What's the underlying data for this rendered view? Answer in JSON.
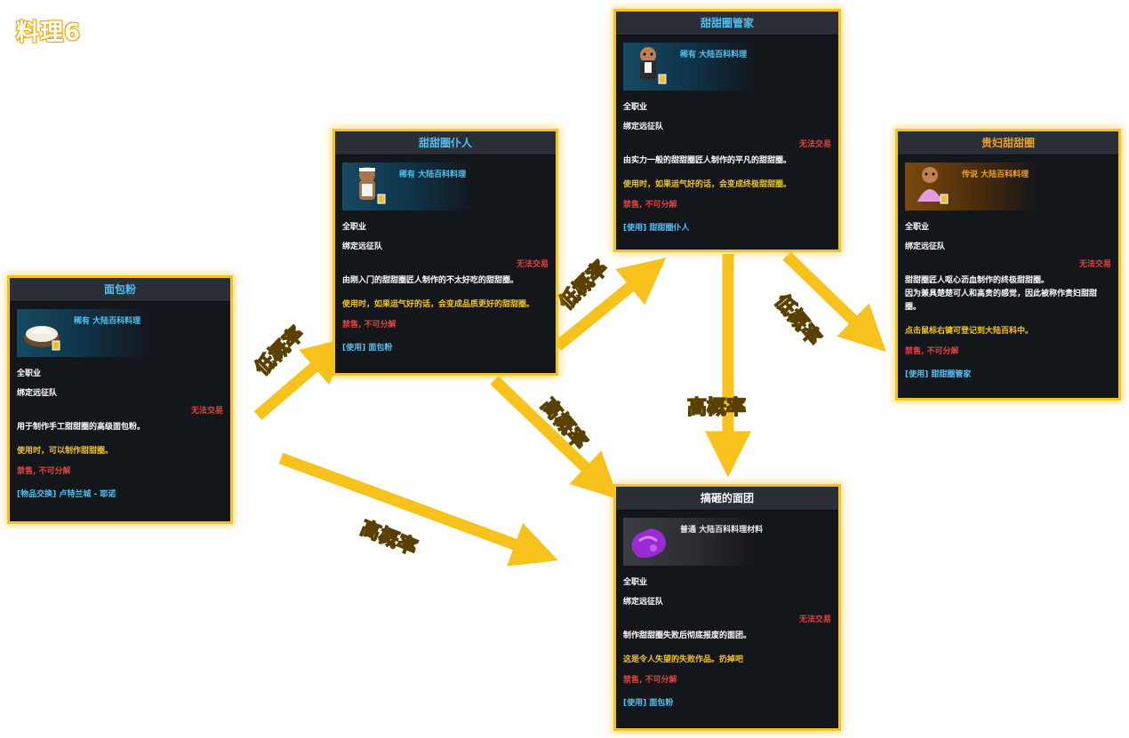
{
  "page_title": "料理6",
  "colors": {
    "accent": "#f7c21b",
    "title_blue": "#4fc1f2",
    "warn_red": "#e0443c",
    "usage_yellow": "#f2c521"
  },
  "arrow_labels": {
    "flour_to_servant": "低概率",
    "flour_to_dough": "高概率",
    "servant_to_butler": "低概率",
    "servant_to_dough": "高概率",
    "butler_to_dough": "高概率",
    "butler_to_lady": "低概率"
  },
  "cards": {
    "flour": {
      "title": "面包粉",
      "rarity": "稀有 大陆百科料理",
      "job": "全职业",
      "bind": "绑定远征队",
      "trade": "无法交易",
      "desc": [
        "用于制作手工甜甜圈的高级面包粉。"
      ],
      "usage": [
        "使用时，可以制作甜甜圈。"
      ],
      "sale": "禁售, 不可分解",
      "source": "[物品交换] 卢特兰城 - 耶诺",
      "icon": "flour-bowl-icon"
    },
    "servant": {
      "title": "甜甜圈仆人",
      "rarity": "稀有 大陆百科料理",
      "job": "全职业",
      "bind": "绑定远征队",
      "trade": "无法交易",
      "desc": [
        "由刚入门的甜甜圈匠人制作的不太好吃的甜甜圈。"
      ],
      "usage": [
        "使用时，如果运气好的话，会变成品质更好的甜甜圈。"
      ],
      "sale": "禁售, 不可分解",
      "source": "[使用] 面包粉",
      "icon": "servant-donut-icon"
    },
    "butler": {
      "title": "甜甜圈管家",
      "rarity": "稀有 大陆百科料理",
      "job": "全职业",
      "bind": "绑定远征队",
      "trade": "无法交易",
      "desc": [
        "由实力一般的甜甜圈匠人制作的平凡的甜甜圈。"
      ],
      "usage": [
        "使用时，如果运气好的话，会变成终极甜甜圈。"
      ],
      "sale": "禁售, 不可分解",
      "source": "[使用] 甜甜圈仆人",
      "icon": "butler-donut-icon"
    },
    "lady": {
      "title": "贵妇甜甜圈",
      "rarity": "传说 大陆百科料理",
      "job": "全职业",
      "bind": "绑定远征队",
      "trade": "无法交易",
      "desc": [
        "甜甜圈匠人呕心沥血制作的终极甜甜圈。",
        "因为兼具楚楚可人和高贵的感觉，因此被称作贵妇甜甜圈。"
      ],
      "usage": [
        "点击鼠标右键可登记到大陆百科中。"
      ],
      "sale": "禁售, 不可分解",
      "source": "[使用] 甜甜圈管家",
      "icon": "lady-donut-icon"
    },
    "dough": {
      "title": "搞砸的面团",
      "rarity": "普通 大陆百科料理材料",
      "job": "全职业",
      "bind": "绑定远征队",
      "trade": "无法交易",
      "desc": [
        "制作甜甜圈失败后彻底报废的面团。"
      ],
      "usage": [
        "这是令人失望的失败作品。扔掉吧"
      ],
      "sale": "禁售, 不可分解",
      "source": "[使用] 面包粉",
      "icon": "failed-dough-icon"
    }
  }
}
